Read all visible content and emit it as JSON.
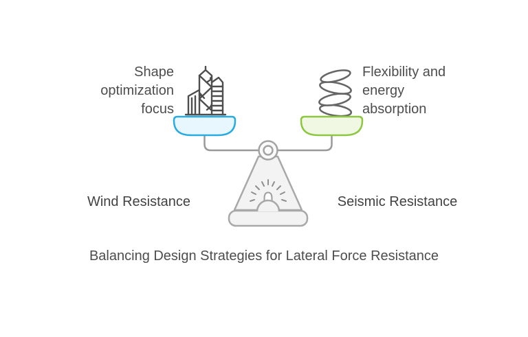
{
  "diagram": {
    "caption": "Balancing Design Strategies for Lateral Force Resistance",
    "left_side": {
      "annotation": "Shape optimization focus",
      "label": "Wind Resistance",
      "icon": "building-icon",
      "pan_fill": "#e8f6fd",
      "pan_stroke": "#29abe2"
    },
    "right_side": {
      "annotation": "Flexibility and energy absorption",
      "label": "Seismic Resistance",
      "icon": "spring-icon",
      "pan_fill": "#f0f8e3",
      "pan_stroke": "#8dc63f"
    },
    "scale": {
      "body_fill": "#f3f3f3",
      "body_stroke": "#a8a8a8",
      "beam_stroke": "#999999"
    },
    "icon_colors": {
      "building_stroke": "#4d4d4d",
      "spring_stroke": "#666666"
    },
    "text_color": "#4d4d4d"
  }
}
